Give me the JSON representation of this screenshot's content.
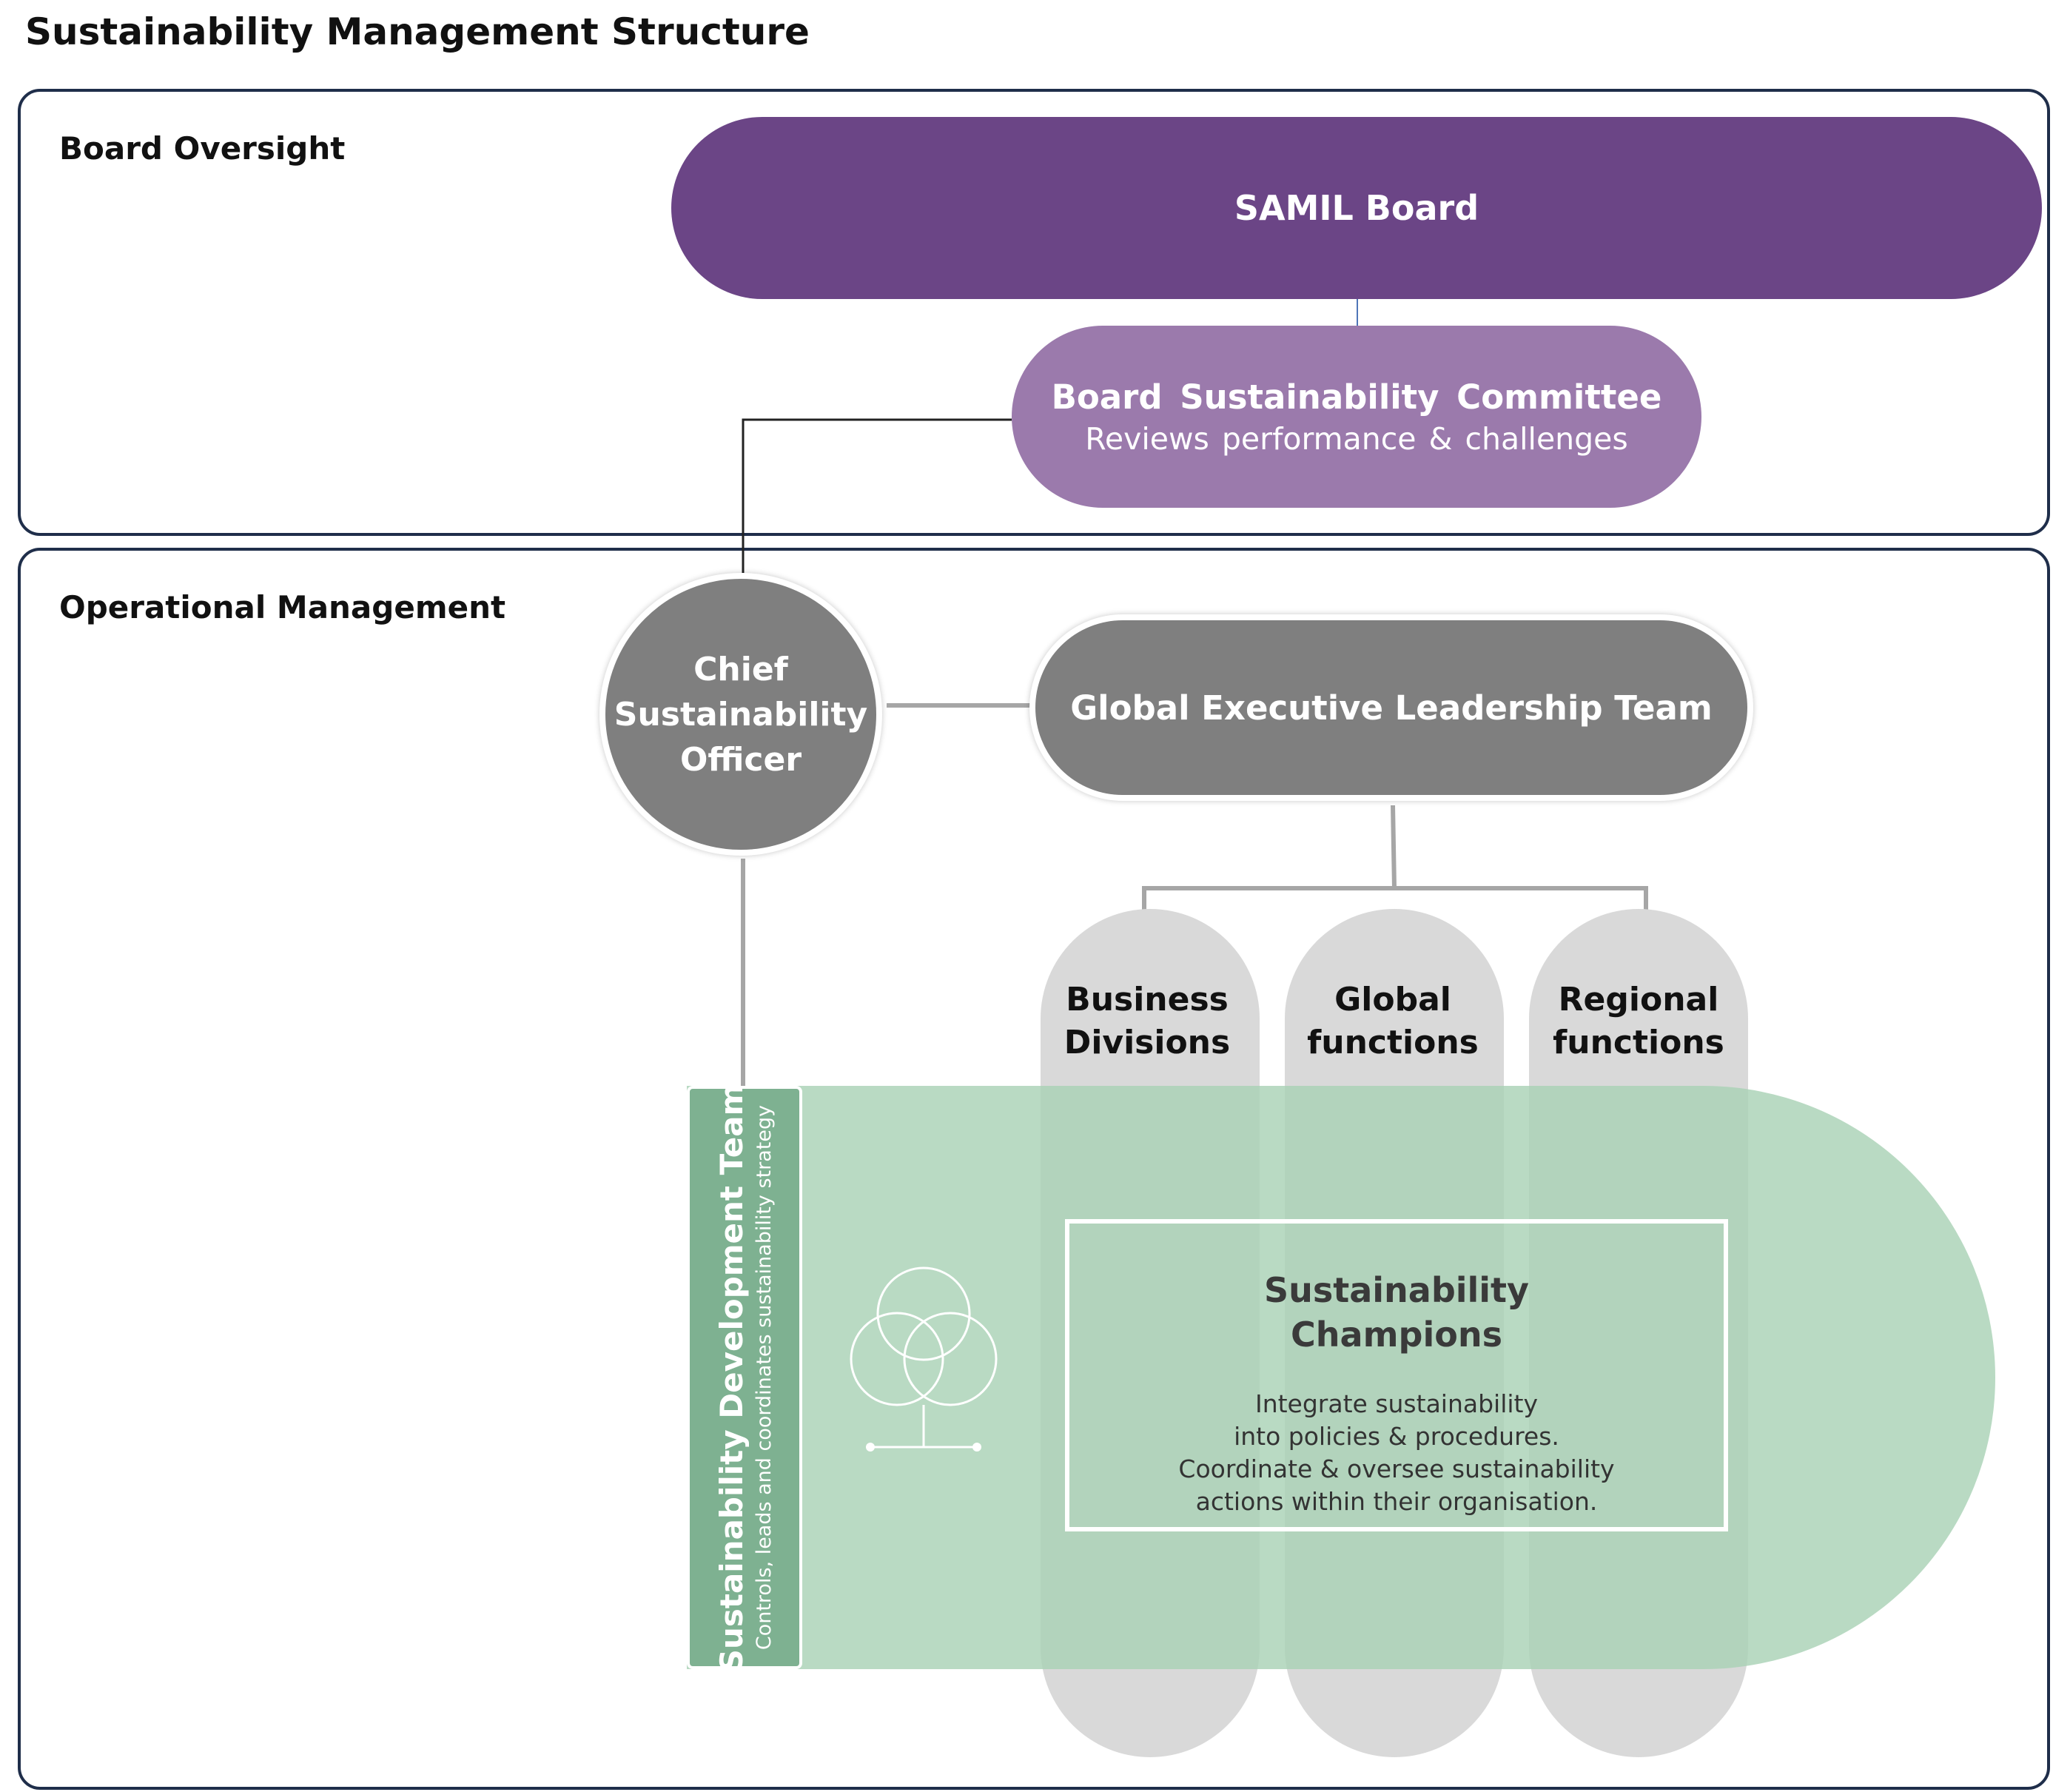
{
  "title": "Sustainability Management Structure",
  "sections": {
    "board": {
      "label": "Board Oversight",
      "samil_board": "SAMIL Board",
      "committee": {
        "name": "Board  Sustainability  Committee",
        "description": "Reviews  performance & challenges"
      }
    },
    "operational": {
      "label": "Operational Management",
      "cso": "Chief\nSustainability\nOfficer",
      "gelt": "Global Executive Leadership Team",
      "columns": [
        "Business\nDivisions",
        "Global\nfunctions",
        "Regional\nfunctions"
      ],
      "development_team": {
        "name": "Sustainability Development Team",
        "description": "Controls, leads and coordinates sustainability strategy"
      },
      "champions": {
        "title": "Sustainability\nChampions",
        "description": "Integrate sustainability\ninto policies & procedures.\nCoordinate & oversee sustainability\nactions within their organisation."
      }
    }
  },
  "colors": {
    "samil_board": "#6b4586",
    "committee": "#9b7aac",
    "management_grey": "#7f7f7f",
    "column_grey": "#d9d9d9",
    "green_area": "#a9d2b6",
    "green_bar": "#7eb191",
    "frame": "#1f2e4a"
  },
  "icons": [
    "tree-icon"
  ]
}
